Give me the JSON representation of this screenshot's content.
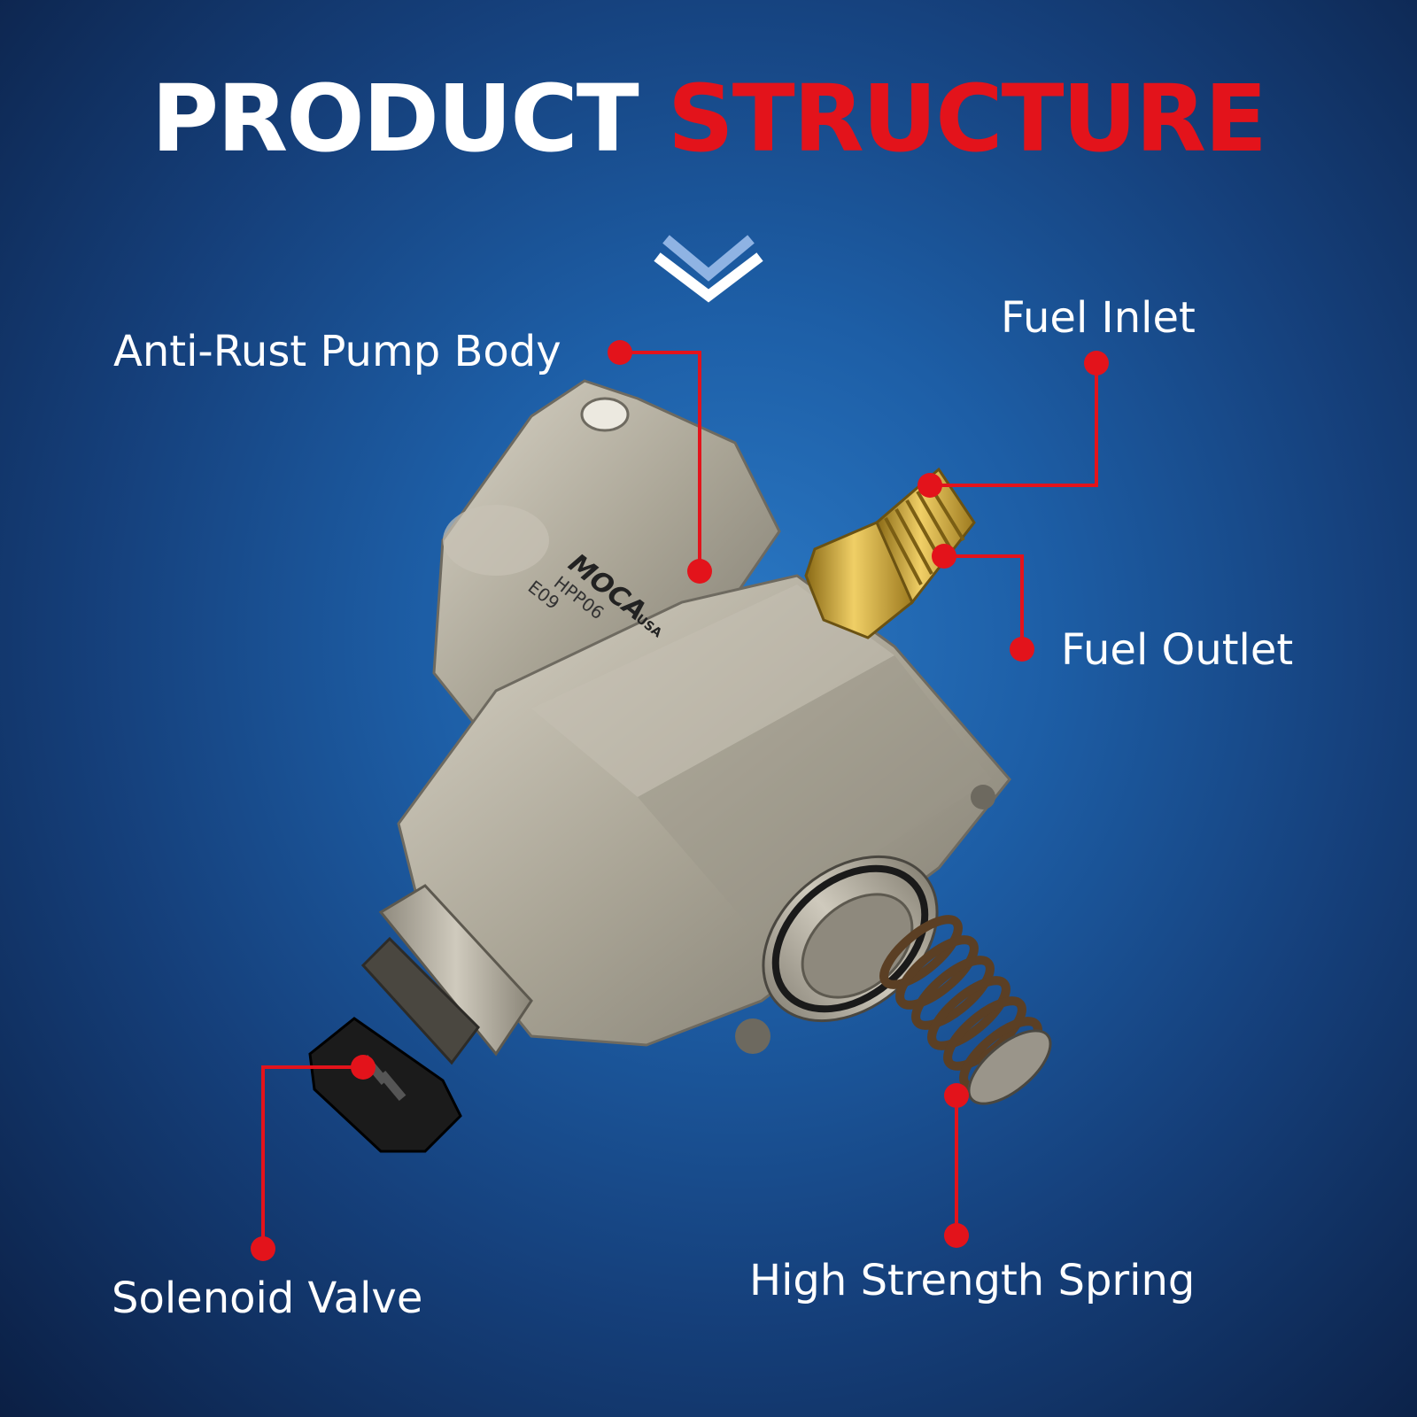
{
  "title": {
    "part1": "PRODUCT",
    "part2": "STRUCTURE"
  },
  "product": {
    "brand": "MOCA",
    "brand_suffix": "USA",
    "model": "HPP06",
    "code": "E09"
  },
  "callouts": [
    {
      "id": "anti-rust-pump-body",
      "label": "Anti-Rust Pump Body"
    },
    {
      "id": "fuel-inlet",
      "label": "Fuel Inlet"
    },
    {
      "id": "fuel-outlet",
      "label": "Fuel Outlet"
    },
    {
      "id": "solenoid-valve",
      "label": "Solenoid Valve"
    },
    {
      "id": "high-strength-spring",
      "label": "High Strength Spring"
    }
  ],
  "colors": {
    "accent": "#e3131b",
    "text": "#ffffff",
    "background": "#1d5ea6"
  }
}
